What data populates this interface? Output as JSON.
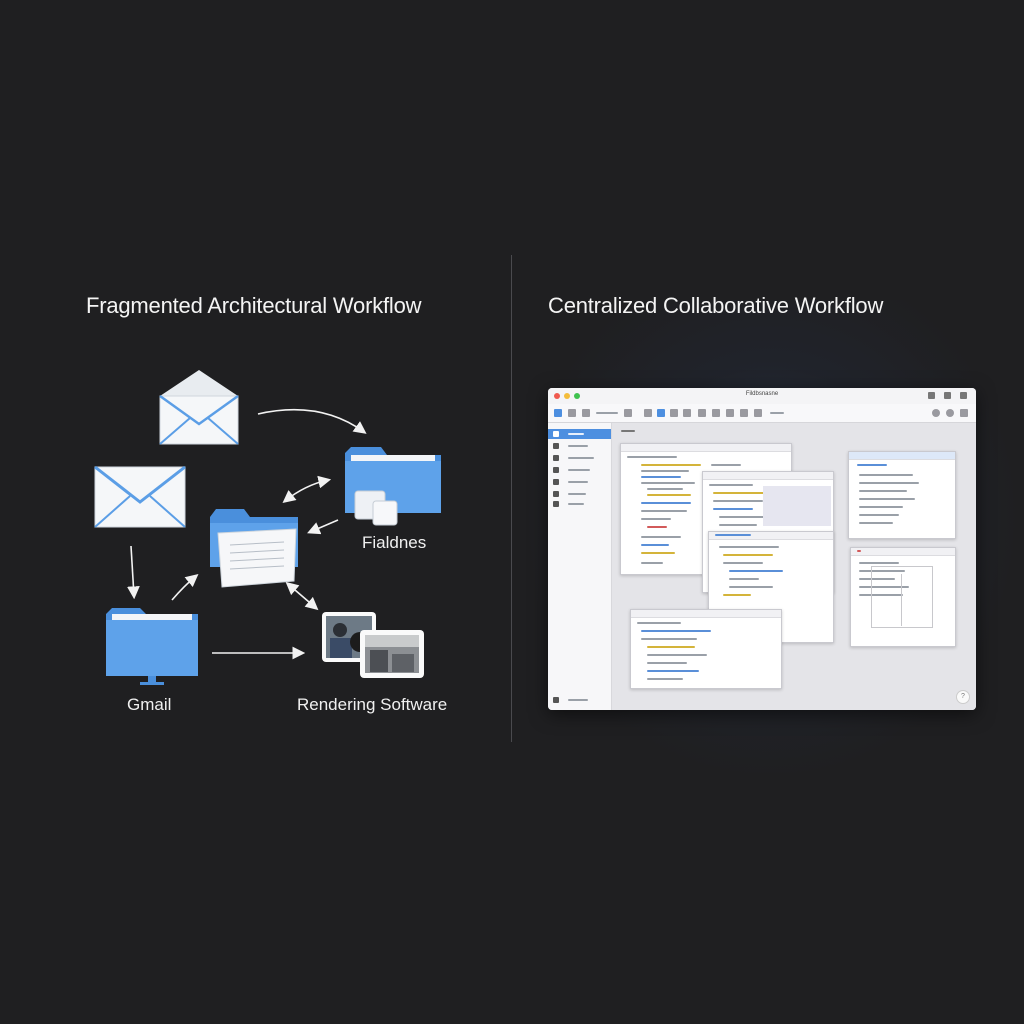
{
  "left_panel": {
    "title": "Fragmented Architectural Workflow",
    "labels": {
      "folder_label": "Fialdnes",
      "gmail_label": "Gmail",
      "rendering_label": "Rendering Software"
    },
    "icons": [
      "envelope-icon",
      "envelope-icon",
      "folder-icon",
      "folder-icon",
      "folder-icon",
      "photo-icon"
    ]
  },
  "right_panel": {
    "title": "Centralized Collaborative Workflow",
    "window": {
      "title": "Fildbsnasne",
      "help": "?",
      "colors": {
        "close": "#f05a4f",
        "minimize": "#f4bd3b",
        "maximize": "#3fc24f",
        "accent": "#4d8fe0"
      }
    }
  },
  "colors": {
    "background": "#1f1f21",
    "folder_blue": "#5b9ee6",
    "envelope": "#f4f6f8"
  }
}
